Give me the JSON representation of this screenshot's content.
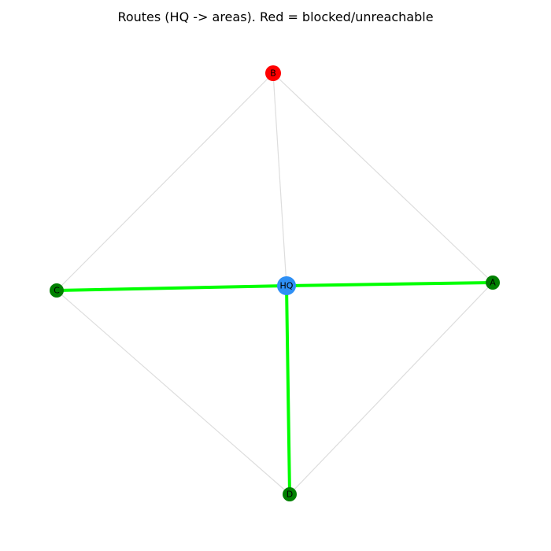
{
  "title": "Routes (HQ -> areas). Red = blocked/unreachable",
  "colors": {
    "hq": "#2e8ff5",
    "reachable": "#008000",
    "blocked": "#ff0000",
    "route": "#00ff00",
    "edge": "#dddddd"
  },
  "nodes": [
    {
      "id": "HQ",
      "label": "HQ",
      "status": "hq"
    },
    {
      "id": "A",
      "label": "A",
      "status": "reachable"
    },
    {
      "id": "B",
      "label": "B",
      "status": "blocked"
    },
    {
      "id": "C",
      "label": "C",
      "status": "reachable"
    },
    {
      "id": "D",
      "label": "D",
      "status": "reachable"
    }
  ],
  "edges": [
    {
      "from": "HQ",
      "to": "B",
      "route": false
    },
    {
      "from": "B",
      "to": "A",
      "route": false
    },
    {
      "from": "B",
      "to": "C",
      "route": false
    },
    {
      "from": "A",
      "to": "D",
      "route": false
    },
    {
      "from": "C",
      "to": "D",
      "route": false
    },
    {
      "from": "HQ",
      "to": "A",
      "route": true
    },
    {
      "from": "HQ",
      "to": "C",
      "route": true
    },
    {
      "from": "HQ",
      "to": "D",
      "route": true
    }
  ]
}
